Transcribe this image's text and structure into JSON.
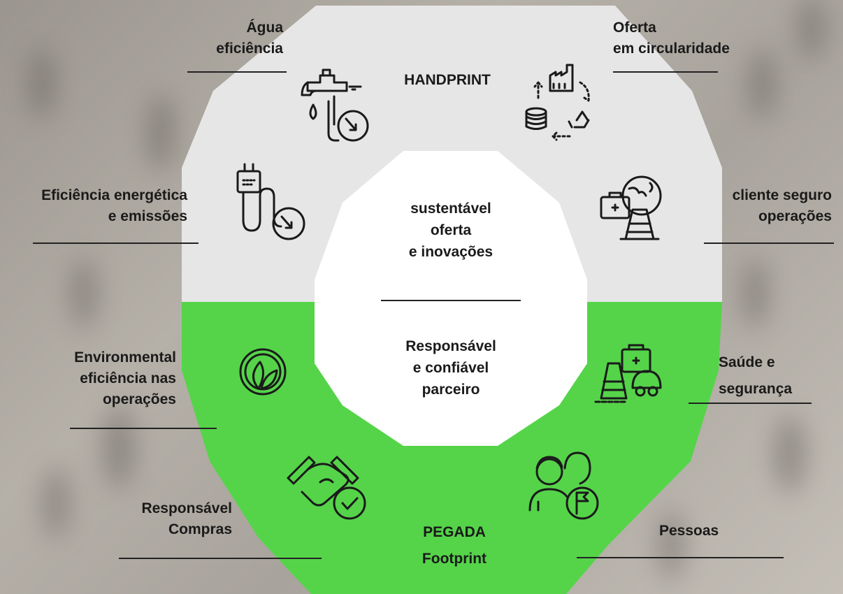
{
  "handprint": {
    "title": "HANDPRINT",
    "color": "#e6e6e6"
  },
  "footprint": {
    "title_line1": "PEGADA",
    "title_line2": "Footprint",
    "color": "#55d44a"
  },
  "center": {
    "upper": [
      "sustentável",
      "oferta",
      "e inovações"
    ],
    "lower": [
      "Responsável",
      "e confiável",
      "parceiro"
    ]
  },
  "labels": {
    "agua": [
      "Água",
      "eficiência"
    ],
    "oferta": [
      "Oferta",
      "em circularidade"
    ],
    "energia": [
      "Eficiência energética",
      "e emissões"
    ],
    "cliente": [
      "cliente seguro",
      "operações"
    ],
    "environmental": [
      "Environmental",
      "eficiência nas",
      "operações"
    ],
    "saude": [
      "Saúde e",
      "segurança"
    ],
    "compras": [
      "Responsável",
      "Compras"
    ],
    "pessoas": [
      "Pessoas"
    ]
  },
  "icons": {
    "agua": "faucet-water-drop-icon",
    "oferta": "factory-recycle-coins-icon",
    "energia": "plug-energy-icon",
    "cliente": "medkit-globe-cone-icon",
    "environmental": "leaf-icon",
    "saude": "medkit-cone-helmet-icon",
    "compras": "handshake-check-icon",
    "pessoas": "people-flag-icon"
  }
}
